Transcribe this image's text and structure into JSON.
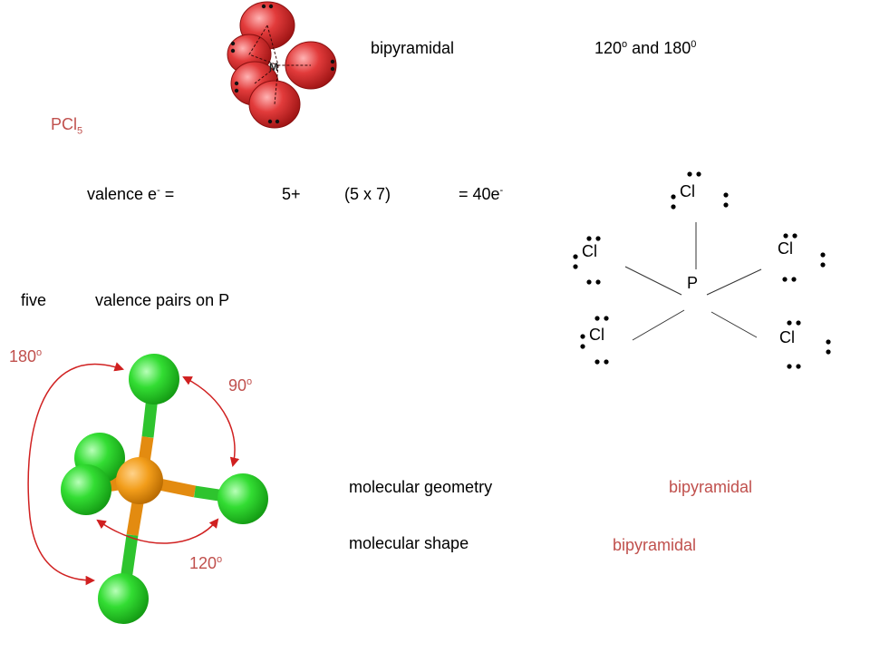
{
  "colors": {
    "accent_red": "#c0504d",
    "electron_domain": "#e23b3b",
    "chlorine_green": "#33dd33",
    "phosphorus_orange": "#f29d1a",
    "bond_orange": "#e38b10",
    "bond_green": "#2ec42e",
    "arrow_red": "#d02020"
  },
  "header": {
    "geometry_name": "bipyramidal",
    "angles_main": "120",
    "angles_sup1": "o",
    "angles_mid": " and 180",
    "angles_sup2": "0",
    "domain_center_label": "M"
  },
  "formula": {
    "base": "PCl",
    "subscript": "5"
  },
  "valence": {
    "label": "valence e",
    "label_sup": "-",
    "equals": " =",
    "term1": "5+",
    "term2": "(5 x 7)",
    "result": "= 40e",
    "result_sup": "-"
  },
  "pairs": {
    "count_word": "five",
    "description": "valence pairs on P"
  },
  "lewis": {
    "central_atom": "P",
    "terminal_atom": "Cl"
  },
  "angles": {
    "a180": "180",
    "a90": "90",
    "a120": "120",
    "degree_mark": "o"
  },
  "summary": {
    "geometry_label": "molecular geometry",
    "geometry_value": "bipyramidal",
    "shape_label": "molecular shape",
    "shape_value": "bipyramidal"
  },
  "icons": [
    "electron-domain-model-icon",
    "ball-and-stick-model-icon"
  ]
}
